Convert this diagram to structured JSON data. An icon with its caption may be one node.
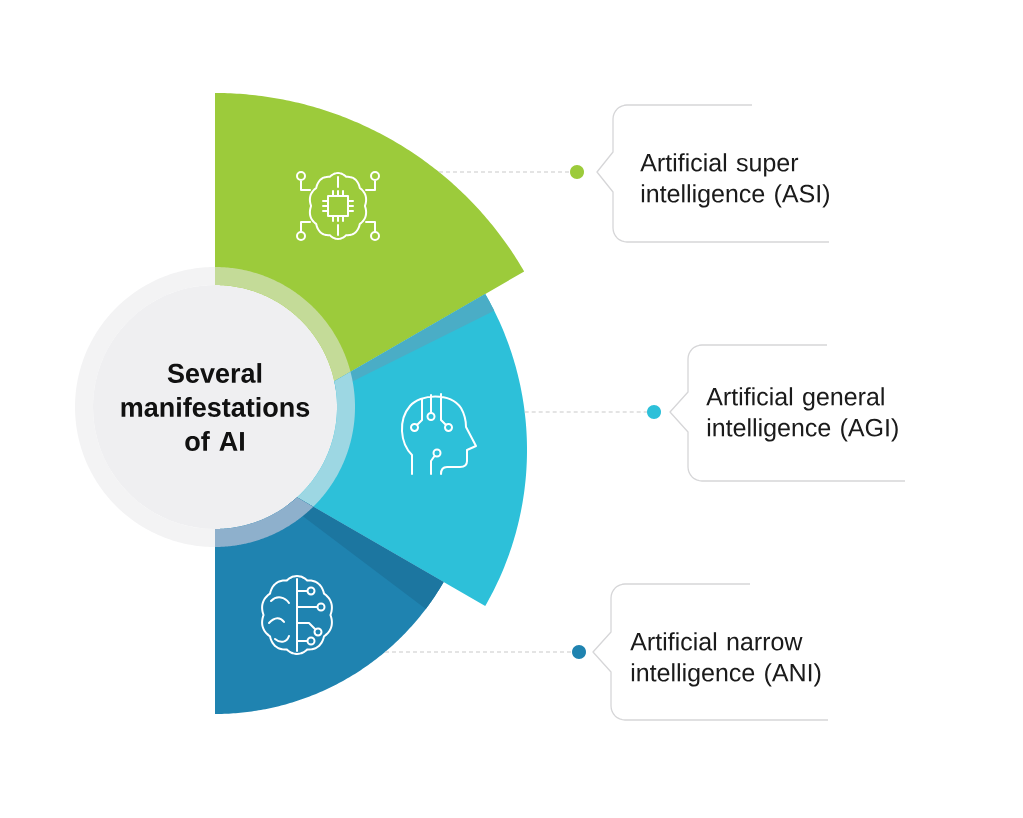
{
  "diagram": {
    "nodes": [
      {
        "text": [
          "Several manifestations of AI"
        ]
      },
      {
        "text": [],
        "shape": "sector"
      },
      {
        "text": [],
        "shape": "sector"
      },
      {
        "text": [],
        "shape": "sector"
      },
      {
        "text": [
          "Artificial super intelligence (ASI)"
        ]
      },
      {
        "text": [
          "Artificial general intelligence (AGI)"
        ]
      },
      {
        "text": [
          "Artificial narrow intelligence (ANI)"
        ]
      }
    ],
    "edges": [
      {
        "from": 1,
        "to": 4,
        "arrow": "other",
        "style": "dashed"
      },
      {
        "from": 2,
        "to": 5,
        "arrow": "other",
        "style": "dashed"
      },
      {
        "from": 3,
        "to": 6,
        "arrow": "other",
        "style": "dashed"
      }
    ]
  }
}
